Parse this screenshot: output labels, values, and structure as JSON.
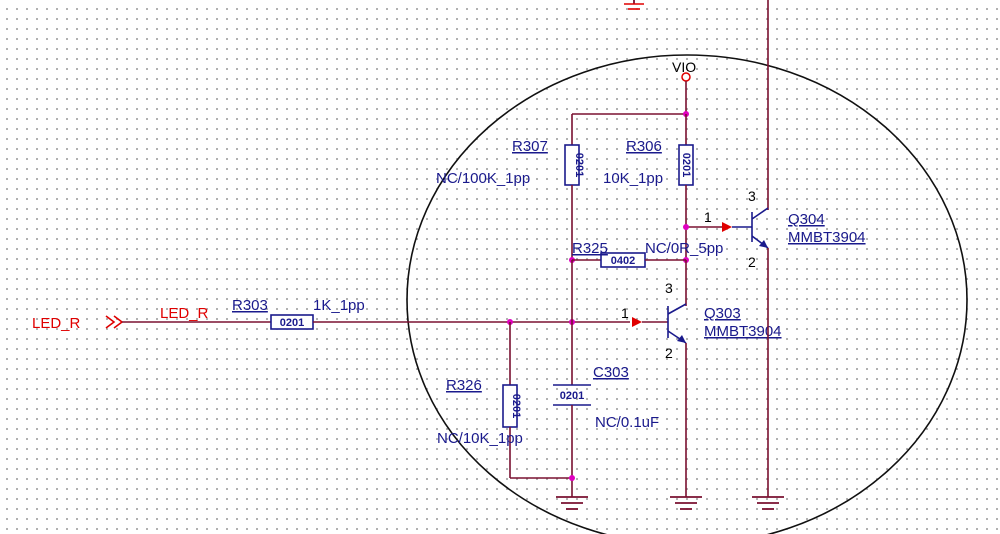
{
  "diagram": {
    "power_net": "VIO",
    "input_connector": "LED_R",
    "net_label": "LED_R",
    "resistors": {
      "r303": {
        "ref": "R303",
        "package": "0201",
        "value": "1K_1pp"
      },
      "r307": {
        "ref": "R307",
        "package": "0201",
        "value": "NC/100K_1pp"
      },
      "r306": {
        "ref": "R306",
        "package": "0201",
        "value": "10K_1pp"
      },
      "r325": {
        "ref": "R325",
        "package": "0402",
        "value": "NC/0R_5pp"
      },
      "r326": {
        "ref": "R326",
        "package": "0201",
        "value": "NC/10K_1pp"
      }
    },
    "capacitor": {
      "ref": "C303",
      "package": "0201",
      "value": "NC/0.1uF"
    },
    "transistors": {
      "q303": {
        "ref": "Q303",
        "part": "MMBT3904",
        "pin_base": "1",
        "pin_collector": "3",
        "pin_emitter": "2"
      },
      "q304": {
        "ref": "Q304",
        "part": "MMBT3904",
        "pin_base": "1",
        "pin_collector": "3",
        "pin_emitter": "2"
      }
    },
    "colors": {
      "wire": "#7a1030",
      "net": "#e00000",
      "component": "#1a1a8c",
      "junction": "#e000c0",
      "circle": "#111111"
    }
  }
}
